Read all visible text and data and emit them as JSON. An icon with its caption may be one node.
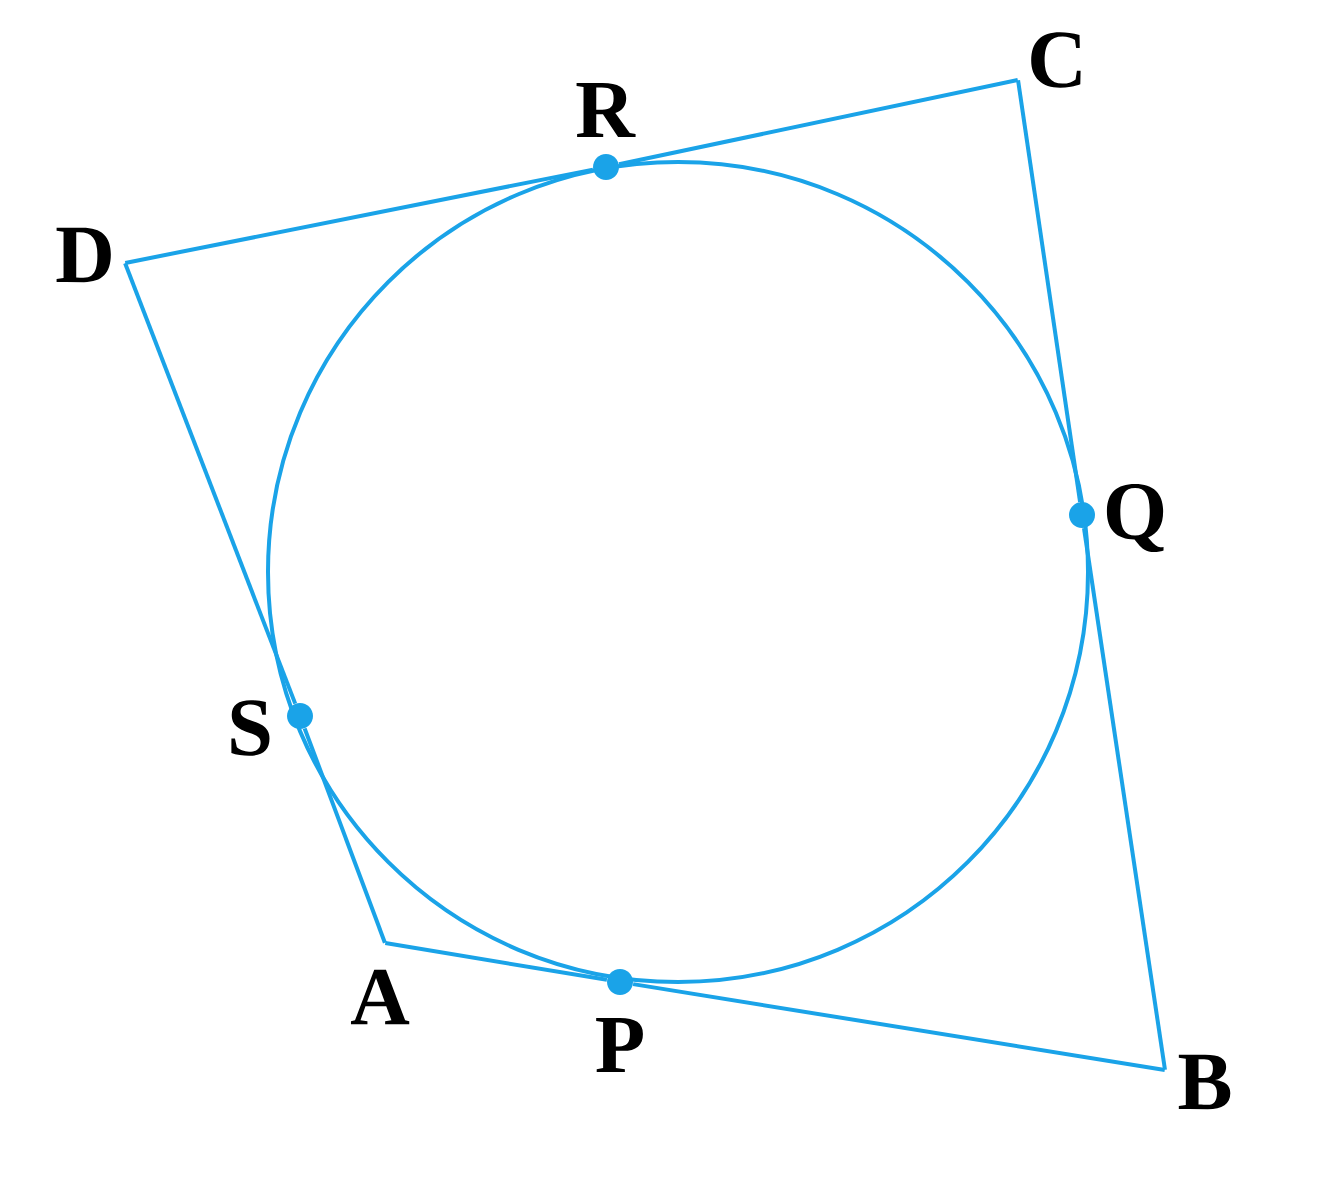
{
  "diagram": {
    "nodes": [
      {
        "text": [
          "A"
        ]
      },
      {
        "text": [
          "B"
        ]
      },
      {
        "text": [
          "C"
        ]
      },
      {
        "text": [
          "D"
        ]
      },
      {
        "text": [
          "P"
        ]
      },
      {
        "text": [
          "Q"
        ]
      },
      {
        "text": [
          "R"
        ]
      },
      {
        "text": [
          "S"
        ]
      }
    ],
    "edges": [
      {
        "from": 0,
        "to": 4,
        "arrow": "none"
      },
      {
        "from": 4,
        "to": 1,
        "arrow": "none"
      },
      {
        "from": 1,
        "to": 5,
        "arrow": "none"
      },
      {
        "from": 5,
        "to": 2,
        "arrow": "none"
      },
      {
        "from": 2,
        "to": 6,
        "arrow": "none"
      },
      {
        "from": 6,
        "to": 3,
        "arrow": "none"
      },
      {
        "from": 3,
        "to": 7,
        "arrow": "none"
      },
      {
        "from": 7,
        "to": 0,
        "arrow": "none"
      }
    ]
  }
}
